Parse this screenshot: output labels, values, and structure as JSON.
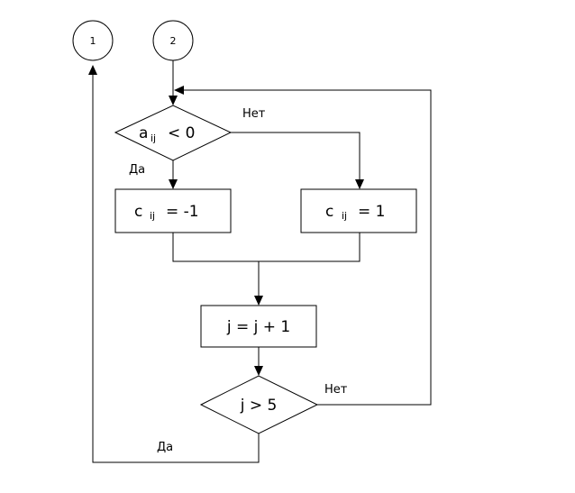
{
  "connectors": [
    {
      "label": "1"
    },
    {
      "label": "2"
    }
  ],
  "decision_a": {
    "base": "a",
    "sub": "ij",
    "rest": "< 0",
    "yes_label": "Да",
    "no_label": "Нет"
  },
  "process_left": {
    "base": "c",
    "sub": "ij",
    "rest": "= -1"
  },
  "process_right": {
    "base": "c",
    "sub": "ij",
    "rest": "= 1"
  },
  "process_inc": {
    "text": "j  = j + 1"
  },
  "decision_j": {
    "text": "j > 5",
    "yes_label": "Да",
    "no_label": "Нет"
  }
}
